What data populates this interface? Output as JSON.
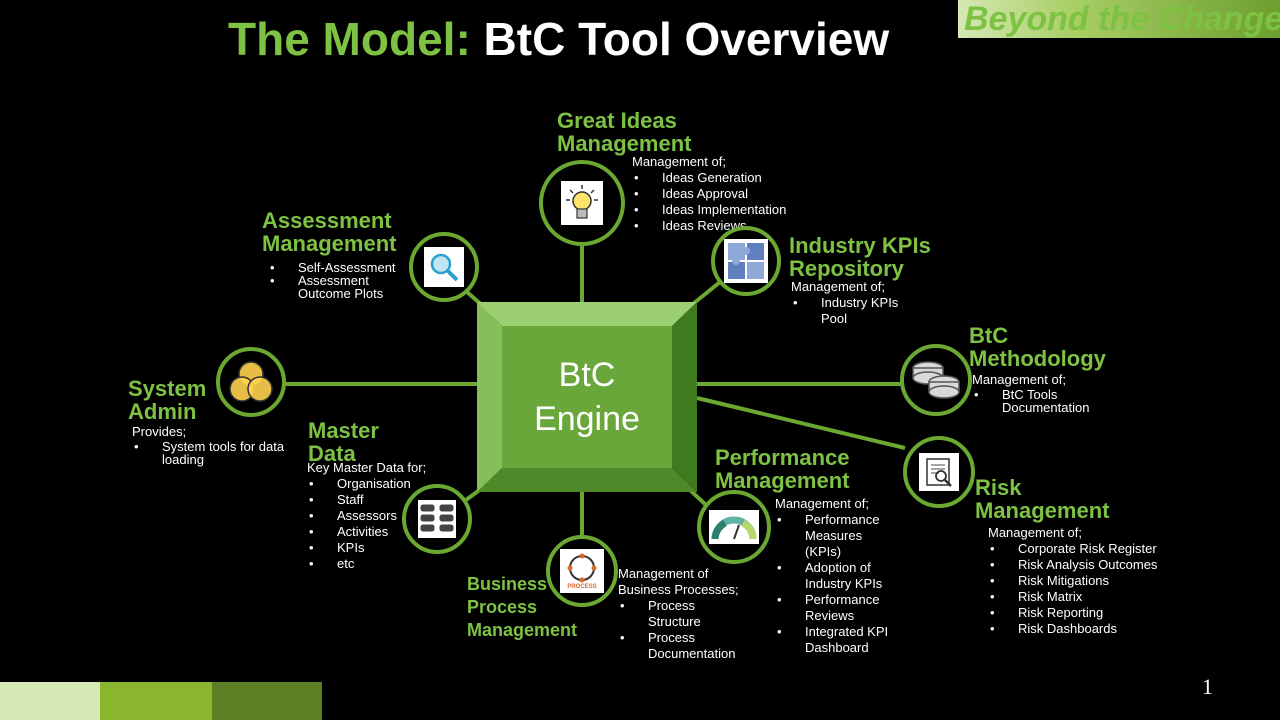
{
  "title": {
    "prefix": "The Model:",
    "main": "BtC Tool Overview"
  },
  "logo": {
    "text": "Beyond the Change"
  },
  "engine": {
    "line1": "BtC",
    "line2": "Engine"
  },
  "page_number": "1",
  "colors": {
    "accent": "#7dc242",
    "node_border": "#6aa832",
    "engine_fill": "#6aa73b",
    "background": "#000000"
  },
  "nodes": {
    "great_ideas": {
      "heading": [
        "Great Ideas",
        "Management"
      ],
      "intro": "Management of;",
      "items": [
        "Ideas Generation",
        "Ideas Approval",
        "Ideas Implementation",
        "Ideas Reviews"
      ],
      "icon": "lightbulb-icon"
    },
    "assessment": {
      "heading": [
        "Assessment",
        "Management"
      ],
      "items": [
        "Self-Assessment",
        "Assessment Outcome Plots"
      ],
      "icon": "magnifier-icon"
    },
    "industry_kpis": {
      "heading": [
        "Industry KPIs",
        "Repository"
      ],
      "intro": "Management of;",
      "items": [
        "Industry KPIs Pool"
      ],
      "icon": "puzzle-icon"
    },
    "btc_methodology": {
      "heading": [
        "BtC",
        "Methodology"
      ],
      "intro": "Management of;",
      "items": [
        "BtC Tools Documentation"
      ],
      "icon": "coins-icon"
    },
    "system_admin": {
      "heading": [
        "System",
        "Admin"
      ],
      "intro": "Provides;",
      "items": [
        "System tools for data loading"
      ],
      "icon": "venn-icon"
    },
    "master_data": {
      "heading": [
        "Master",
        "Data"
      ],
      "intro": "Key Master Data for;",
      "items": [
        "Organisation",
        "Staff",
        "Assessors",
        "Activities",
        "KPIs",
        "etc"
      ],
      "icon": "database-icon"
    },
    "performance": {
      "heading": [
        "Performance",
        "Management"
      ],
      "intro": "Management of;",
      "items": [
        "Performance Measures (KPIs)",
        "Adoption of Industry KPIs",
        "Performance Reviews",
        "Integrated KPI Dashboard"
      ],
      "icon": "gauge-icon"
    },
    "risk": {
      "heading": [
        "Risk",
        "Management"
      ],
      "intro": "Management of;",
      "items": [
        "Corporate Risk Register",
        "Risk Analysis Outcomes",
        "Risk Mitigations",
        "Risk Matrix",
        "Risk Reporting",
        "Risk Dashboards"
      ],
      "icon": "document-search-icon"
    },
    "business_process": {
      "heading": [
        "Business",
        "Process",
        "Management"
      ],
      "intro": "Management of Business Processes;",
      "items": [
        "Process Structure",
        "Process Documentation"
      ],
      "icon": "process-cycle-icon",
      "icon_label": "PROCESS"
    }
  }
}
